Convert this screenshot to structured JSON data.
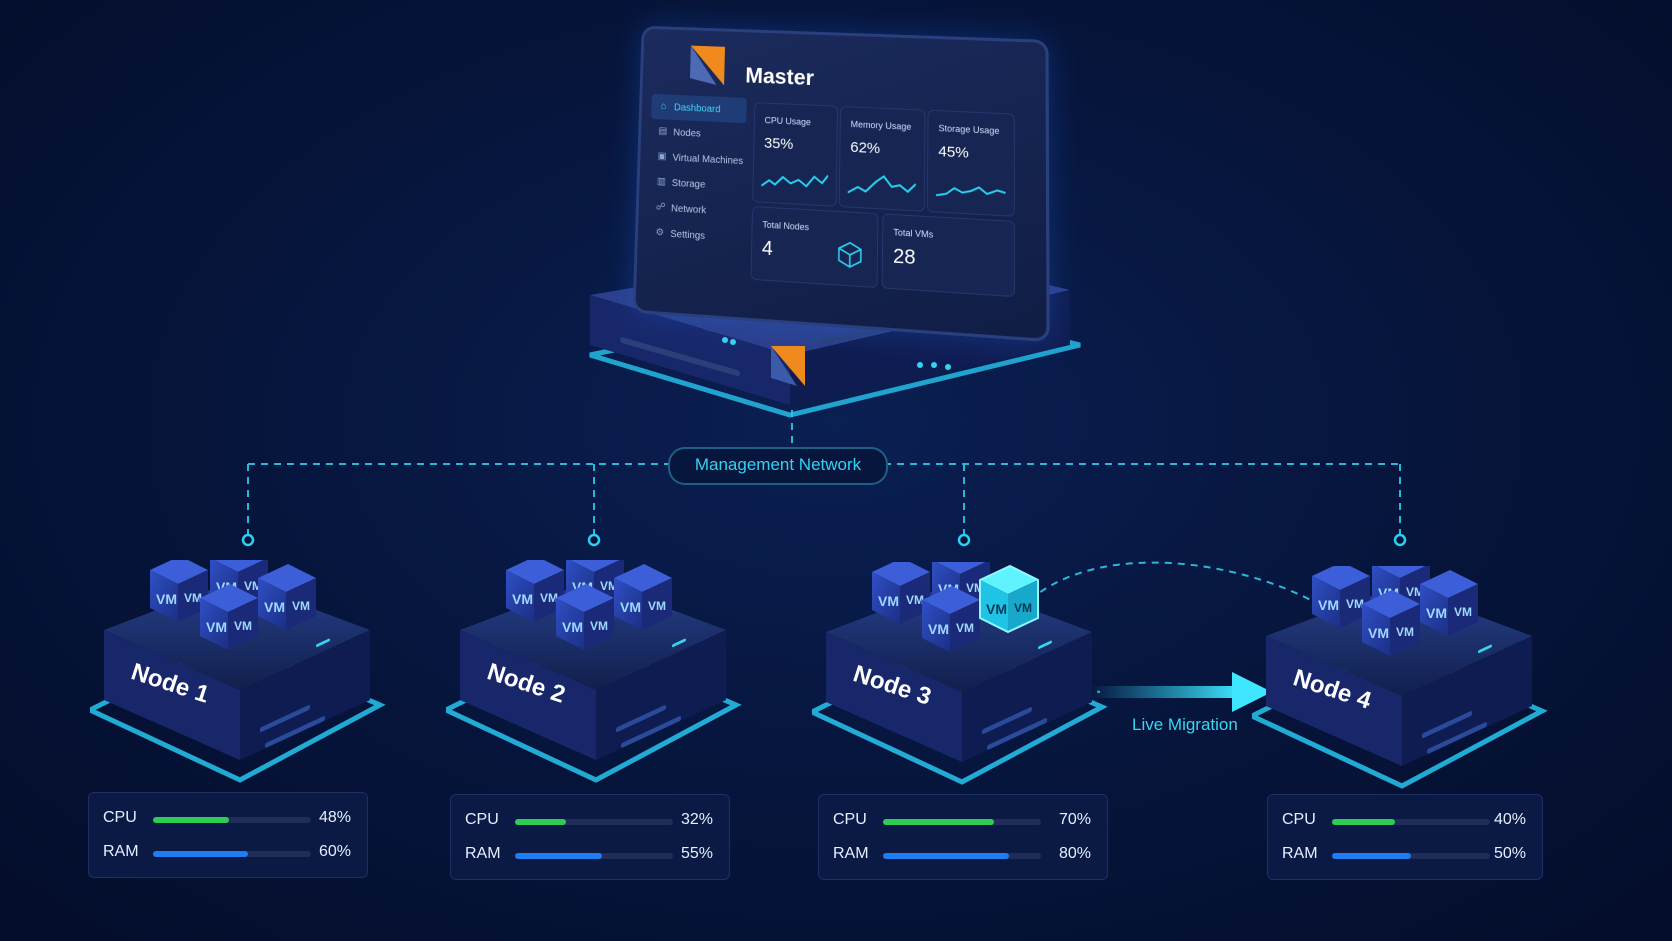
{
  "master": {
    "title": "Master",
    "sidebar": [
      {
        "label": "Dashboard",
        "icon": "home-icon",
        "active": true
      },
      {
        "label": "Nodes",
        "icon": "server-icon",
        "active": false
      },
      {
        "label": "Virtual Machines",
        "icon": "vm-icon",
        "active": false
      },
      {
        "label": "Storage",
        "icon": "storage-icon",
        "active": false
      },
      {
        "label": "Network",
        "icon": "network-icon",
        "active": false
      },
      {
        "label": "Settings",
        "icon": "gear-icon",
        "active": false
      }
    ],
    "metrics": [
      {
        "label": "CPU Usage",
        "value": "35%"
      },
      {
        "label": "Memory Usage",
        "value": "62%"
      },
      {
        "label": "Storage Usage",
        "value": "45%"
      }
    ],
    "totals": [
      {
        "label": "Total Nodes",
        "value": "4"
      },
      {
        "label": "Total VMs",
        "value": "28"
      }
    ]
  },
  "network_label": "Management Network",
  "migration_label": "Live Migration",
  "vm_label": "VM",
  "nodes": [
    {
      "name": "Node 1",
      "cpu": {
        "label": "CPU",
        "value": "48%",
        "fraction": 0.48
      },
      "ram": {
        "label": "RAM",
        "value": "60%",
        "fraction": 0.6
      }
    },
    {
      "name": "Node 2",
      "cpu": {
        "label": "CPU",
        "value": "32%",
        "fraction": 0.32
      },
      "ram": {
        "label": "RAM",
        "value": "55%",
        "fraction": 0.55
      }
    },
    {
      "name": "Node 3",
      "cpu": {
        "label": "CPU",
        "value": "70%",
        "fraction": 0.7
      },
      "ram": {
        "label": "RAM",
        "value": "80%",
        "fraction": 0.8
      }
    },
    {
      "name": "Node 4",
      "cpu": {
        "label": "CPU",
        "value": "40%",
        "fraction": 0.4
      },
      "ram": {
        "label": "RAM",
        "value": "50%",
        "fraction": 0.5
      }
    }
  ],
  "colors": {
    "accent": "#33d2f0",
    "cpu_bar": "#2ecc52",
    "ram_bar": "#1f7cf2",
    "logo_orange": "#f08a1c"
  }
}
